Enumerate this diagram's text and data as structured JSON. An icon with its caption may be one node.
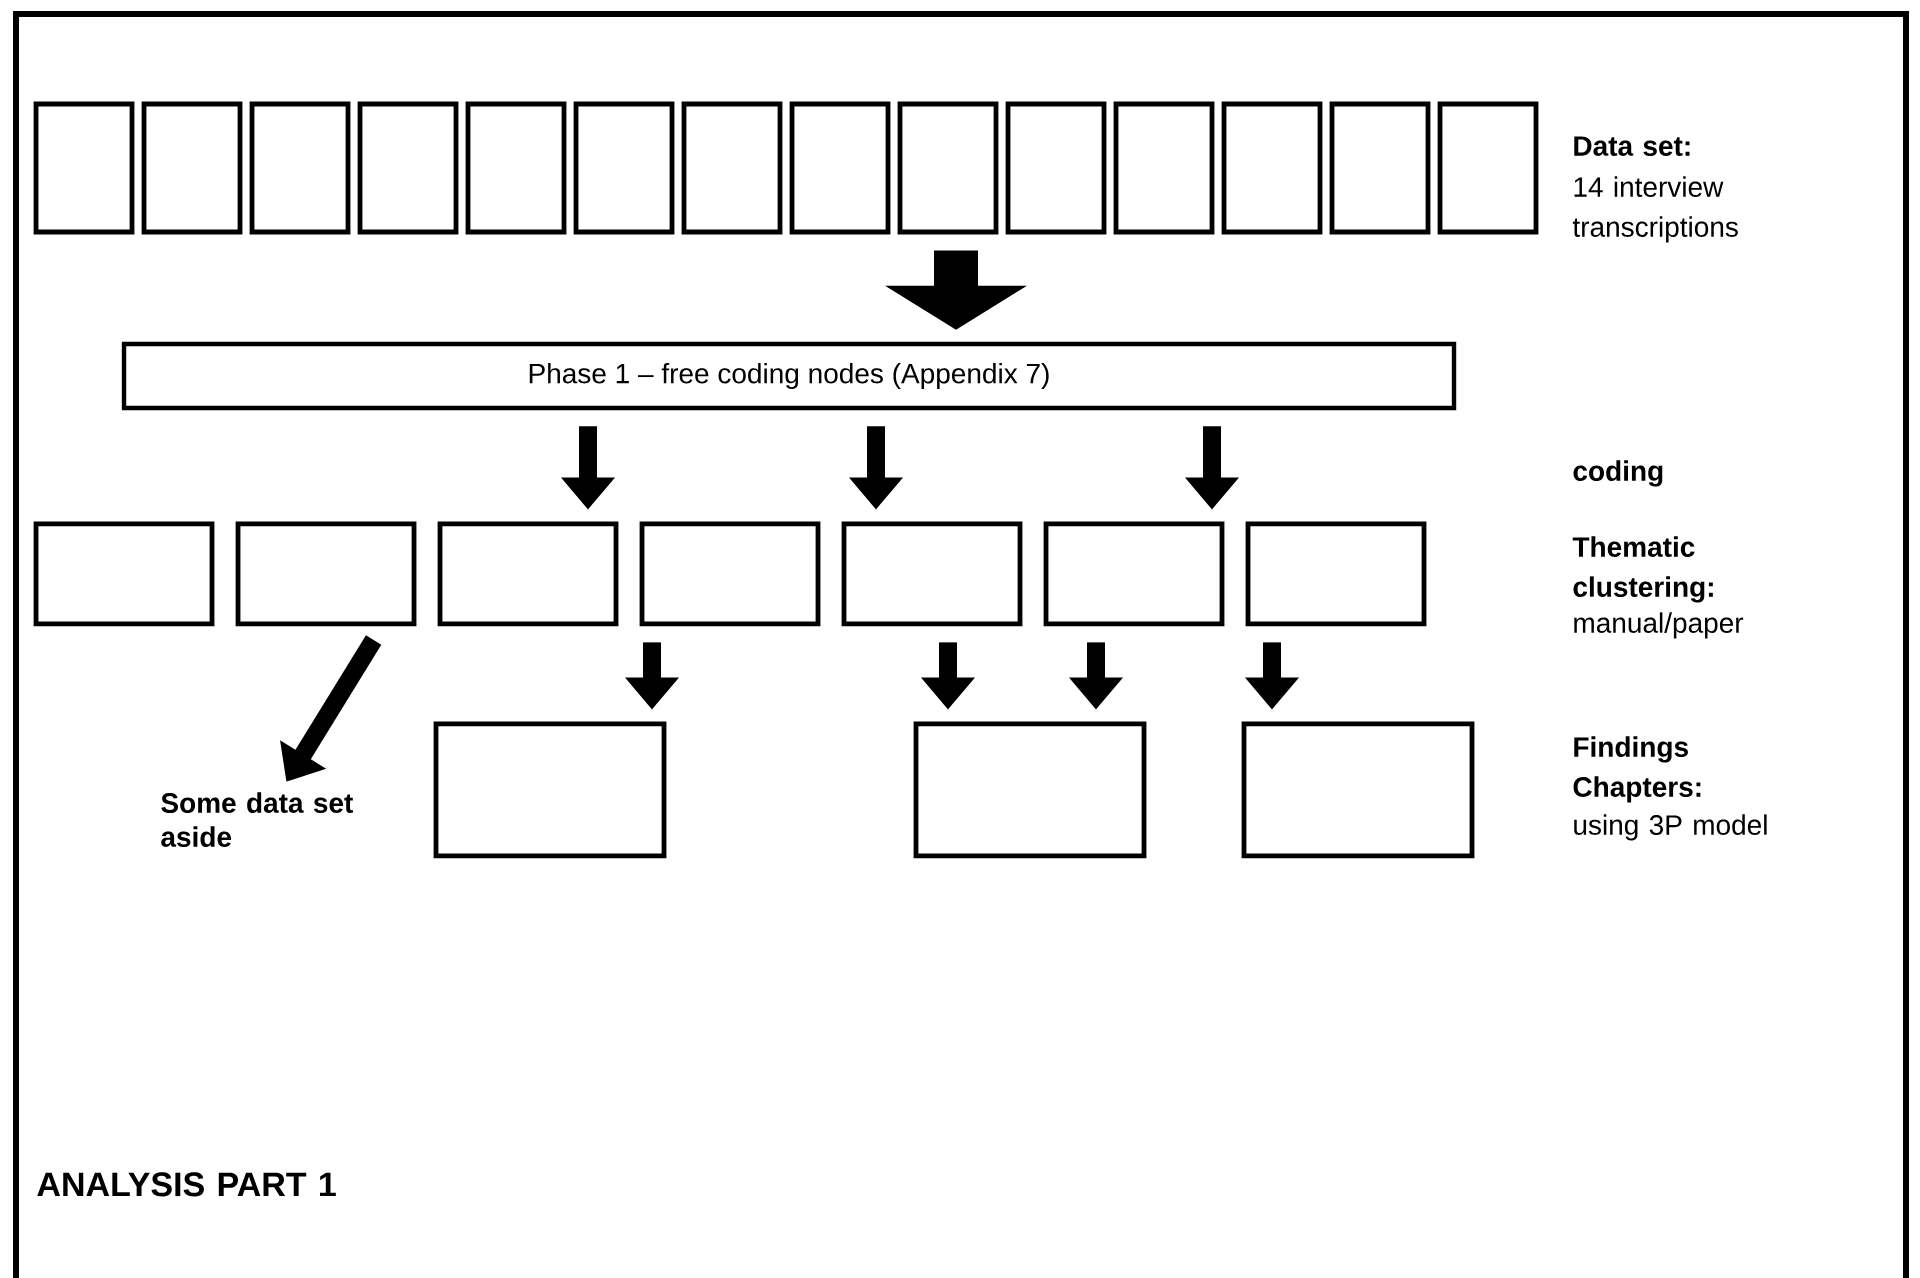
{
  "diagram": {
    "nodes": [
      {
        "text": [],
        "shape": "box"
      },
      {
        "text": [],
        "shape": "box"
      },
      {
        "text": [],
        "shape": "box"
      },
      {
        "text": [],
        "shape": "box"
      },
      {
        "text": [],
        "shape": "box"
      },
      {
        "text": [],
        "shape": "box"
      },
      {
        "text": [],
        "shape": "box"
      },
      {
        "text": [],
        "shape": "box"
      },
      {
        "text": [],
        "shape": "box"
      },
      {
        "text": [],
        "shape": "box"
      },
      {
        "text": [],
        "shape": "box"
      },
      {
        "text": [],
        "shape": "box"
      },
      {
        "text": [],
        "shape": "box"
      },
      {
        "text": [],
        "shape": "box"
      },
      {
        "text": [
          "Phase 1 – free coding nodes (Appendix 7)"
        ]
      },
      {
        "text": [],
        "shape": "box"
      },
      {
        "text": [],
        "shape": "box"
      },
      {
        "text": [],
        "shape": "box"
      },
      {
        "text": [],
        "shape": "box"
      },
      {
        "text": [],
        "shape": "box"
      },
      {
        "text": [],
        "shape": "box"
      },
      {
        "text": [],
        "shape": "box"
      },
      {
        "text": [],
        "shape": "box"
      },
      {
        "text": [],
        "shape": "box"
      },
      {
        "text": [],
        "shape": "box"
      },
      {
        "text": [
          "Some data set aside"
        ]
      }
    ],
    "edges": [
      {
        "from": 8,
        "to": 14,
        "arrow": "to",
        "style": "thick"
      },
      {
        "from": 14,
        "to": 17,
        "arrow": "to"
      },
      {
        "from": 14,
        "to": 19,
        "arrow": "to"
      },
      {
        "from": 14,
        "to": 20,
        "arrow": "to"
      },
      {
        "from": 18,
        "to": 22,
        "arrow": "to"
      },
      {
        "from": 19,
        "to": 23,
        "arrow": "to"
      },
      {
        "from": 20,
        "to": 23,
        "arrow": "to"
      },
      {
        "from": 21,
        "to": 24,
        "arrow": "to"
      },
      {
        "from": 16,
        "to": 25,
        "arrow": "to"
      }
    ],
    "labels": [
      "Data set:",
      "14 interview transcriptions",
      "coding",
      "Thematic clustering:",
      "manual/paper",
      "Findings Chapters:",
      "using 3P model",
      "ANALYSIS PART 1"
    ]
  }
}
